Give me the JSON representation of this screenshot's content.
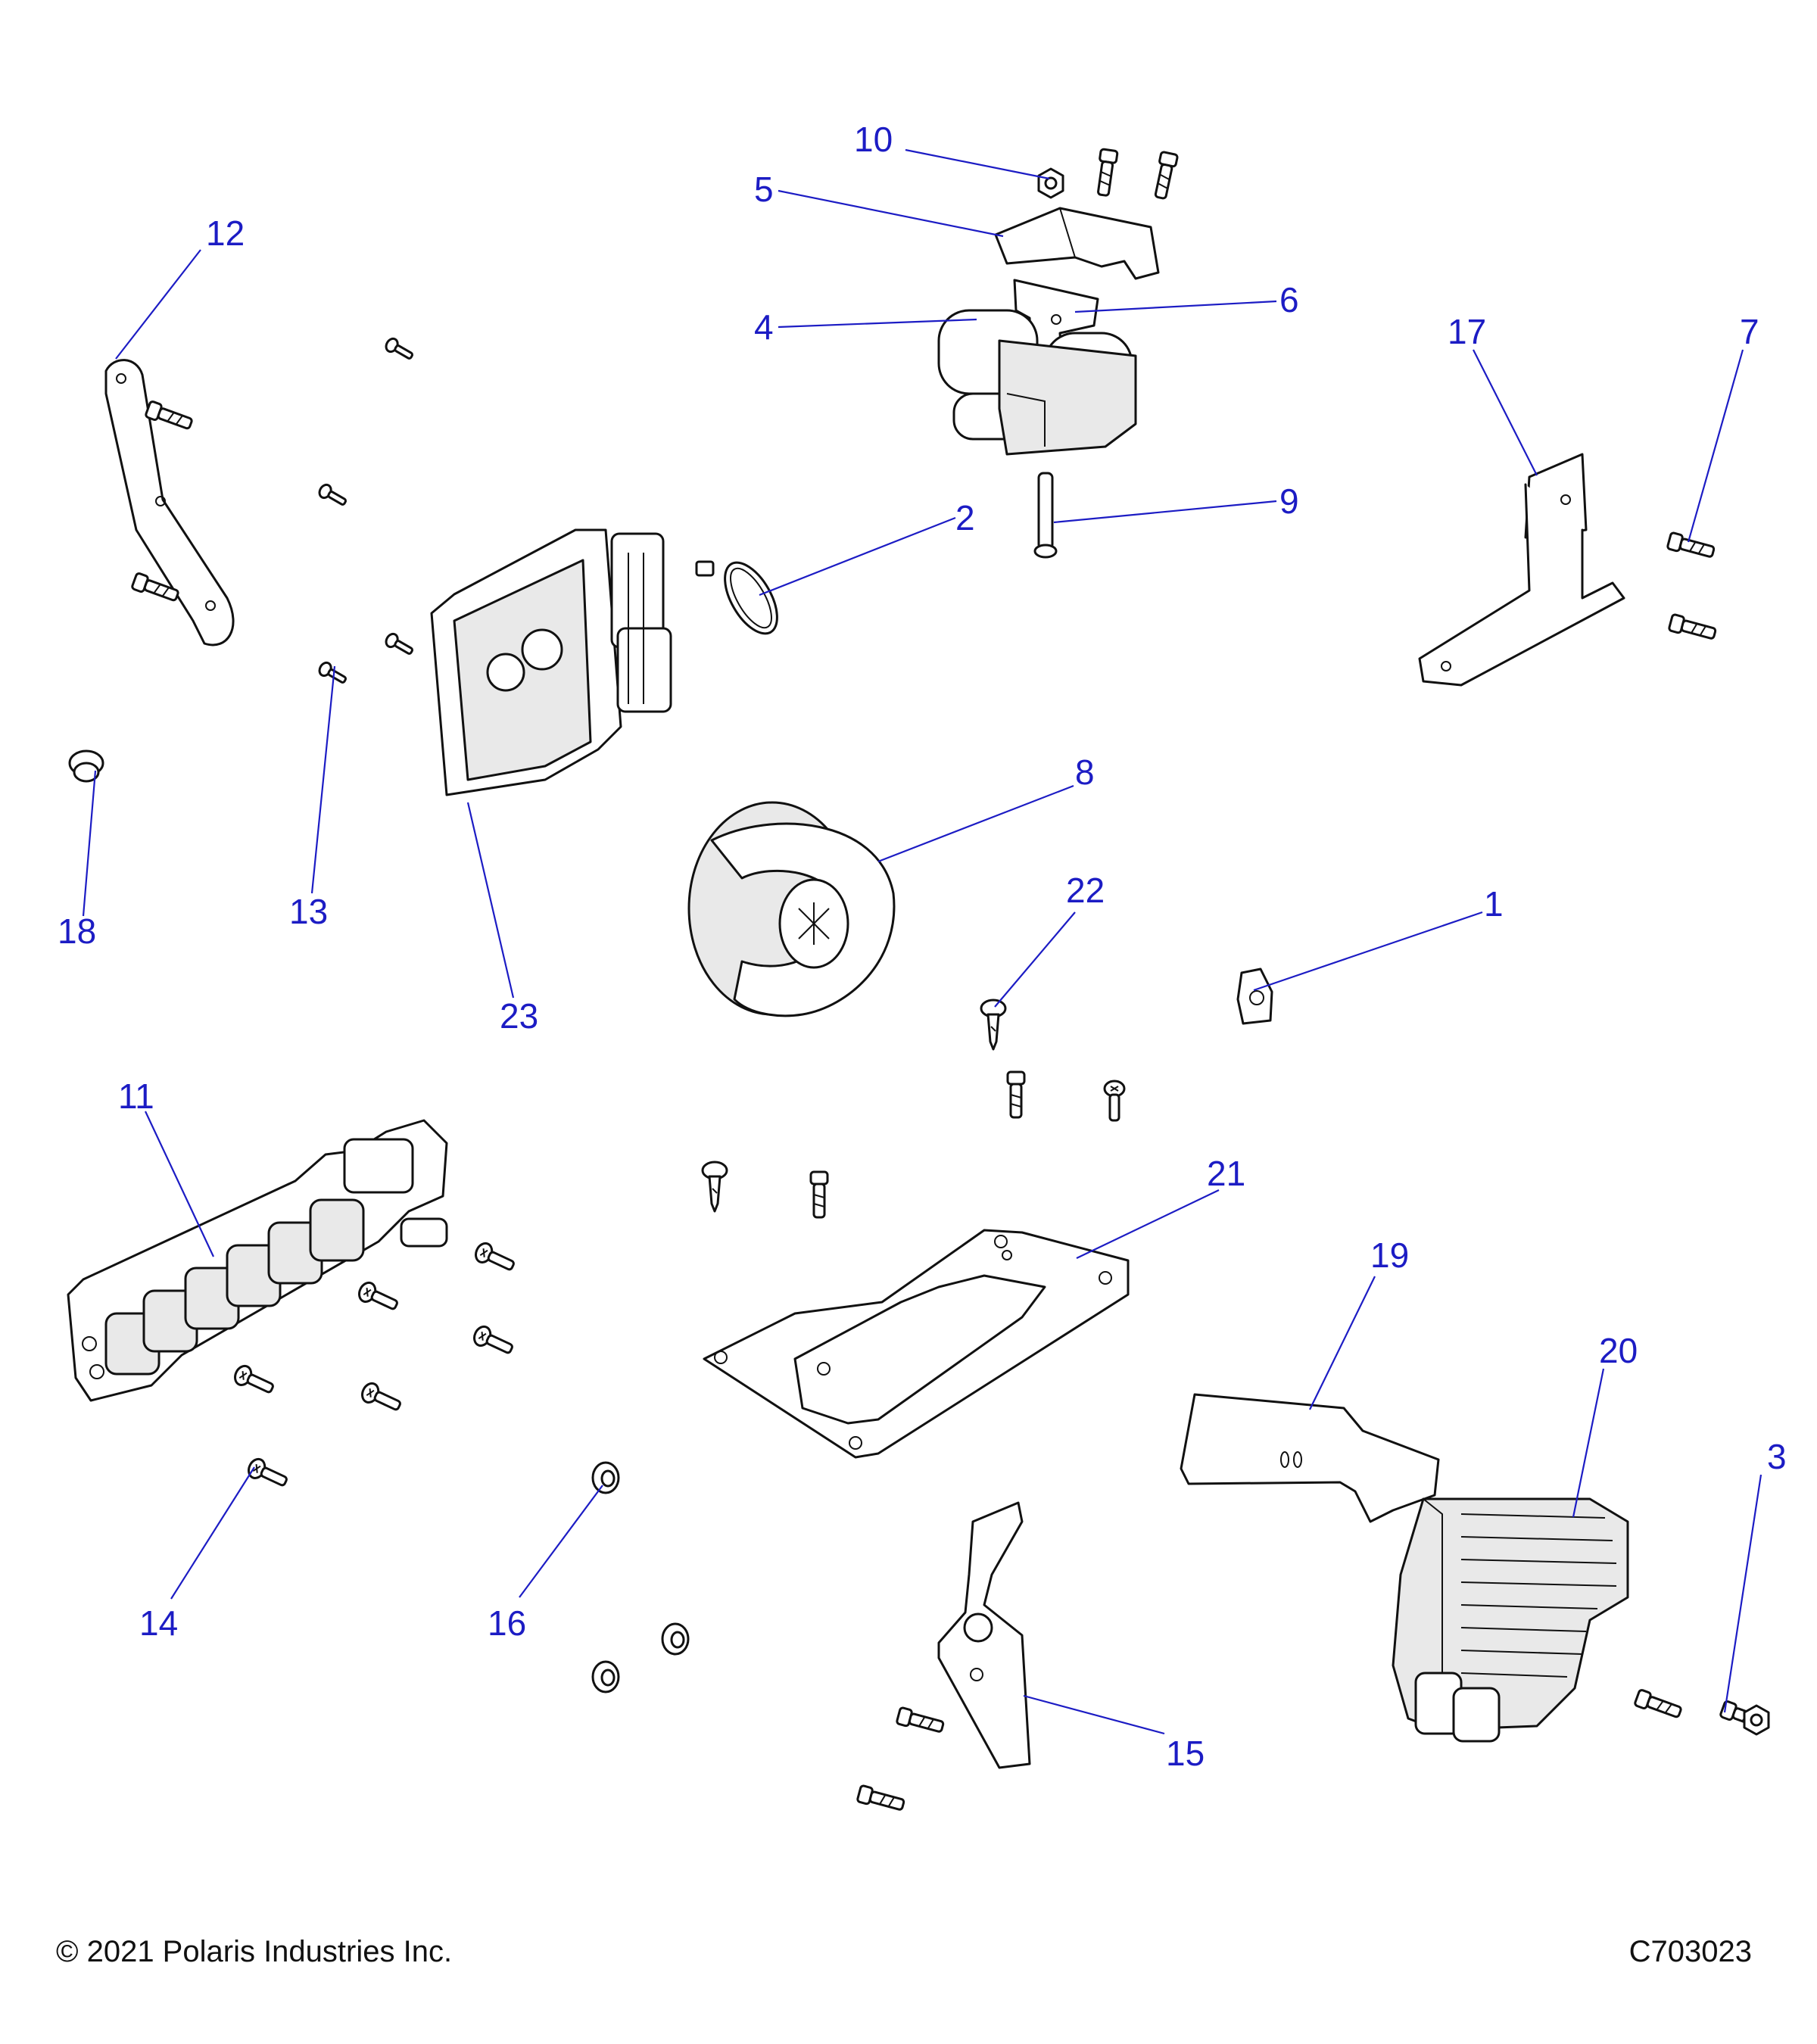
{
  "footer": {
    "copyright": "© 2021 Polaris Industries Inc.",
    "diagram_id": "C703023"
  },
  "callouts": {
    "c1": "1",
    "c2": "2",
    "c3": "3",
    "c4": "4",
    "c5": "5",
    "c6": "6",
    "c7": "7",
    "c8": "8",
    "c9": "9",
    "c10": "10",
    "c11": "11",
    "c12": "12",
    "c13": "13",
    "c14": "14",
    "c15": "15",
    "c16": "16",
    "c17": "17",
    "c18": "18",
    "c19": "19",
    "c20": "20",
    "c21": "21",
    "c22": "22",
    "c23": "23"
  },
  "colors": {
    "callout": "#1c1cc4",
    "line_art": "#111111",
    "background": "#ffffff"
  }
}
